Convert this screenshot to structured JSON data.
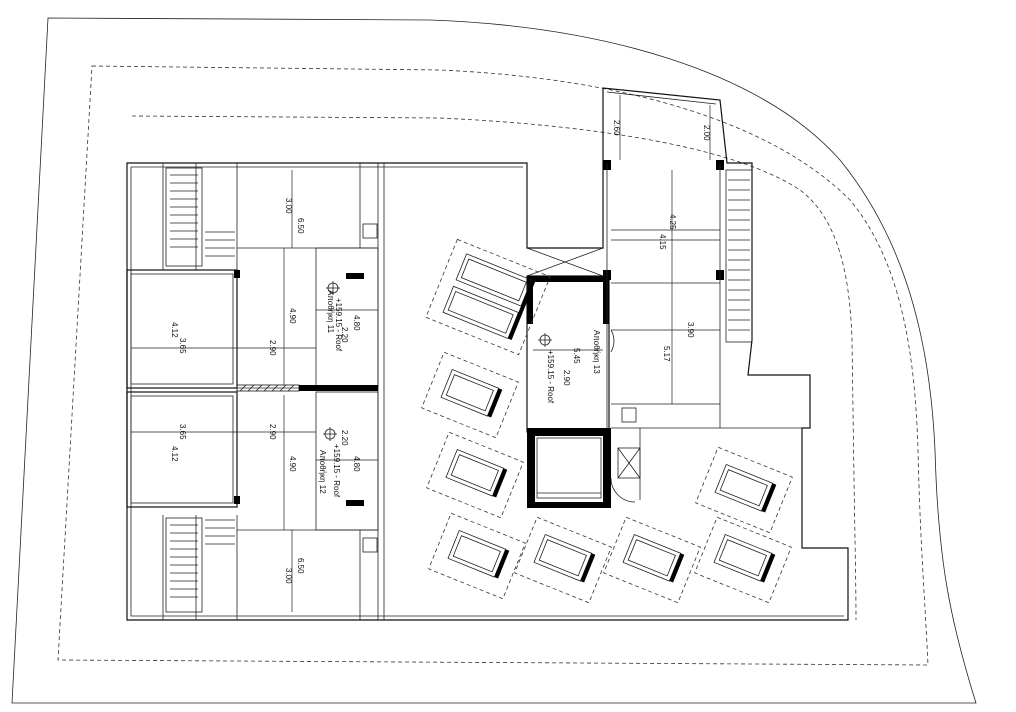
{
  "dimensions": {
    "top_left_span": "6.50",
    "top_left_inner": "3.00",
    "bottom_left_span": "6.50",
    "bottom_left_inner": "3.00",
    "upper_unit_depth_a": "4.12",
    "upper_unit_depth_b": "3.65",
    "lower_unit_depth_a": "3.65",
    "lower_unit_depth_b": "4.12",
    "upper_unit_width": "2.90",
    "lower_unit_width": "2.90",
    "upper_vertical": "4.90",
    "lower_vertical": "4.90",
    "upper_small_a": "4.80",
    "upper_small_b": "2.20",
    "lower_small_a": "2.20",
    "lower_small_b": "4.80",
    "center_a": "5.45",
    "center_b": "2.90",
    "right_top_a": "2.60",
    "right_top_b": "2.00",
    "right_mid_a": "4.25",
    "right_mid_b": "4.15",
    "right_low_a": "3.90",
    "right_low_b": "5.17"
  },
  "labels": {
    "unit_11": "Αποθήκη 11",
    "unit_12": "Αποθήκη 12",
    "unit_13": "Αποθήκη 13",
    "roof_11": "+159.15 - Roof",
    "roof_12": "+159.15 - Roof",
    "roof_13": "+159.15 - Roof"
  }
}
